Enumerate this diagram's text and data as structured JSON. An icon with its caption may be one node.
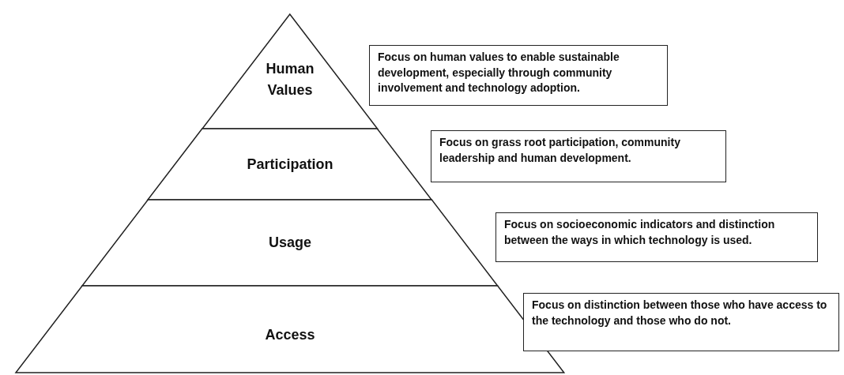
{
  "diagram": {
    "nodes": [
      {
        "text": [
          "Human Values"
        ]
      },
      {
        "text": [
          "Focus on human values to enable sustainable development, especially through community involvement and technology adoption."
        ]
      },
      {
        "text": [
          "Participation"
        ]
      },
      {
        "text": [
          "Focus on grass root participation, community leadership and human development."
        ]
      },
      {
        "text": [
          "Usage"
        ]
      },
      {
        "text": [
          "Focus on socioeconomic indicators and distinction between the ways in which technology is used."
        ]
      },
      {
        "text": [
          "Access"
        ]
      },
      {
        "text": [
          "Focus on distinction between those who have access to the technology and those who do not."
        ]
      }
    ]
  }
}
